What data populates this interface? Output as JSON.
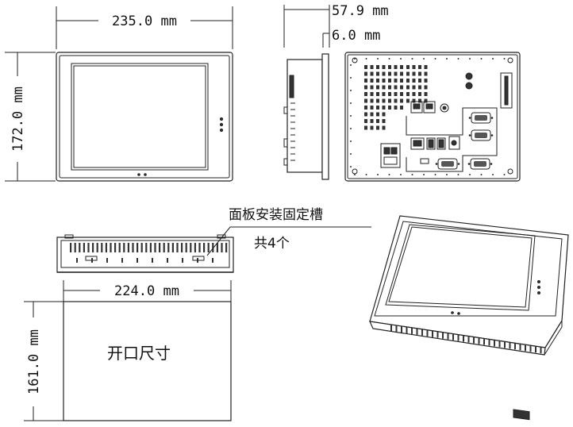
{
  "dimensions": {
    "front_width": "235.0 mm",
    "front_height": "172.0 mm",
    "side_depth": "57.9 mm",
    "side_panel": "6.0 mm",
    "cutout_width": "224.0 mm",
    "cutout_height": "161.0 mm"
  },
  "labels": {
    "mount_slot": "面板安装固定槽",
    "mount_count": "共4个",
    "cutout": "开口尺寸"
  }
}
